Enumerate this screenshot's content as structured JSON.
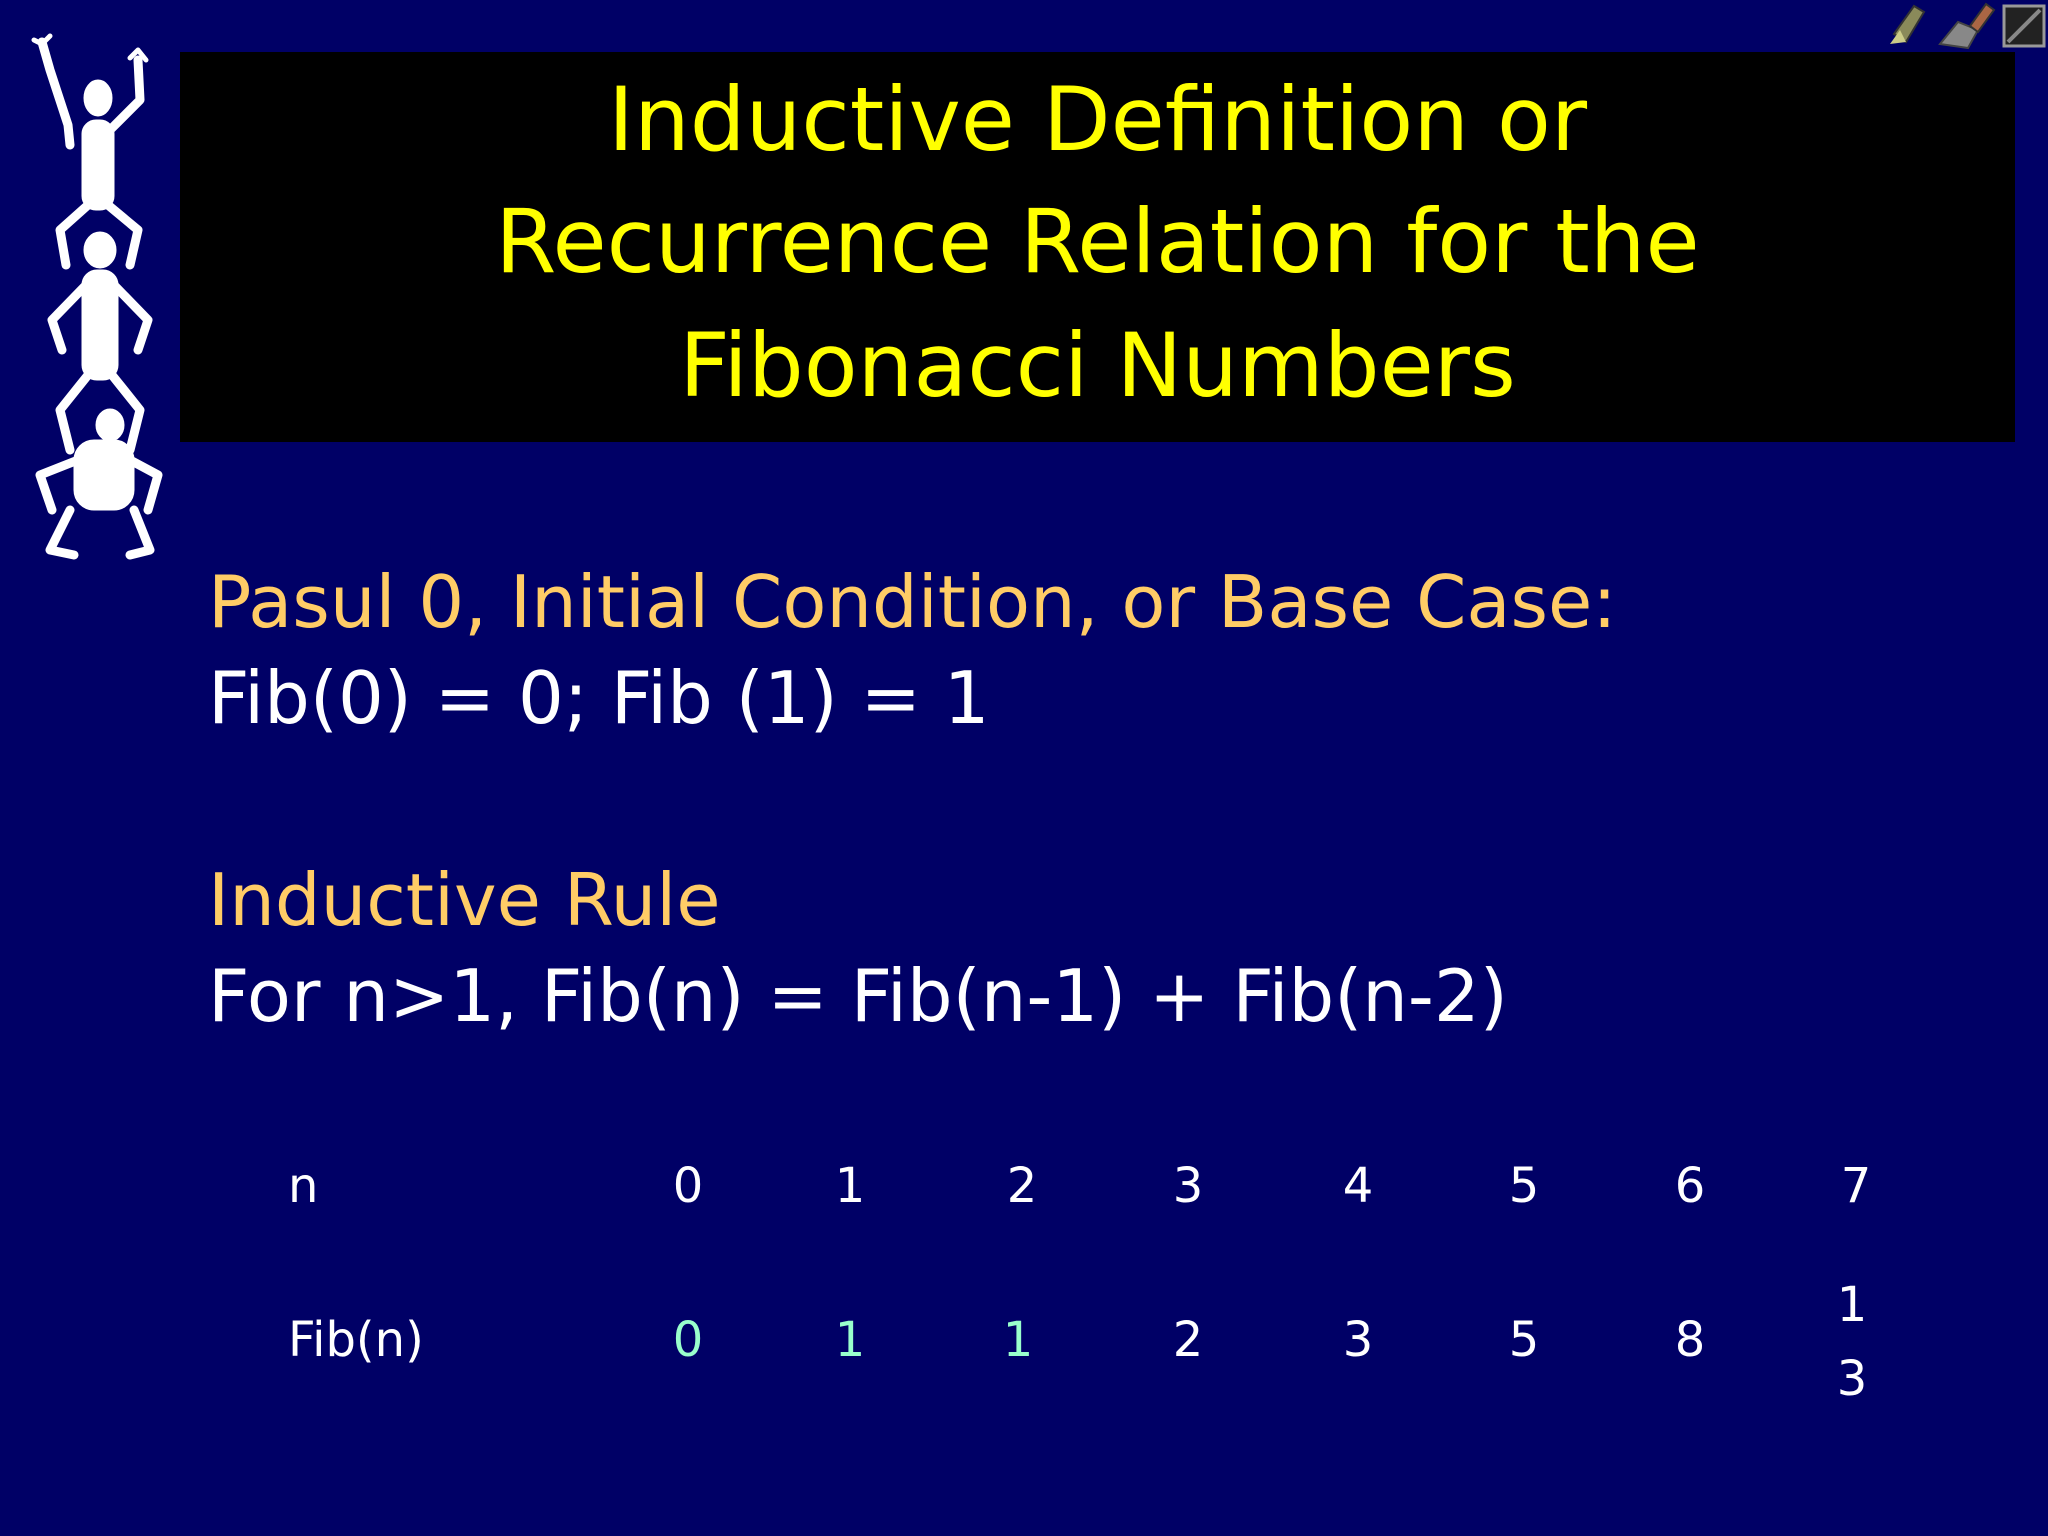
{
  "title": {
    "line1": "Inductive Definition or",
    "line2": "Recurrence Relation for the",
    "line3": "Fibonacci Numbers"
  },
  "base_case": {
    "heading": "Pasul 0, Initial Condition, or Base Case:",
    "body": "Fib(0) = 0; Fib (1) = 1"
  },
  "inductive_rule": {
    "heading": "Inductive Rule",
    "body": "For n>1, Fib(n) = Fib(n-1) + Fib(n-2)"
  },
  "table": {
    "row_n_label": "n",
    "row_fib_label": "Fib(n)",
    "n_values": [
      "0",
      "1",
      "2",
      "3",
      "4",
      "5",
      "6",
      "7"
    ],
    "fib_values": [
      "0",
      "1",
      "1",
      "2",
      "3",
      "5",
      "8"
    ],
    "fib_last_digits": [
      "1",
      "3"
    ]
  },
  "colors": {
    "background": "#000066",
    "title_text": "#ffff00",
    "heading_text": "#ffcc66",
    "base_values": "#99ffcc"
  },
  "icons": [
    "acrobat-figures-logo-icon",
    "pen-icon",
    "eraser-icon",
    "screen-icon"
  ]
}
